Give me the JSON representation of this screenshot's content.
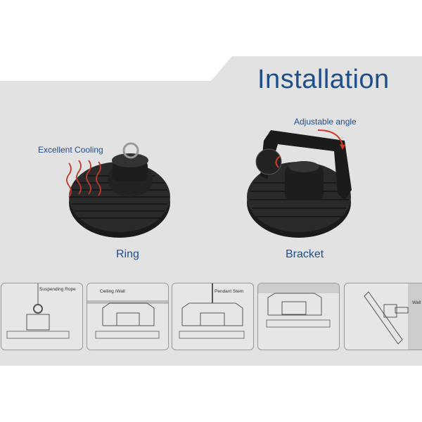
{
  "title": "Installation",
  "labels": {
    "cooling": "Excellent Cooling",
    "angle": "Adjustable angle"
  },
  "captions": {
    "ring": "Ring",
    "bracket": "Bracket"
  },
  "diagrams": [
    {
      "label": "Suspending Rope"
    },
    {
      "label": "Ceiling /Wall"
    },
    {
      "label": "Pendant Stem"
    },
    {
      "label": ""
    },
    {
      "label": "Wall"
    }
  ],
  "colors": {
    "accent": "#1e4e8c",
    "arrow": "#d23a2a",
    "background": "#e2e2e2"
  }
}
